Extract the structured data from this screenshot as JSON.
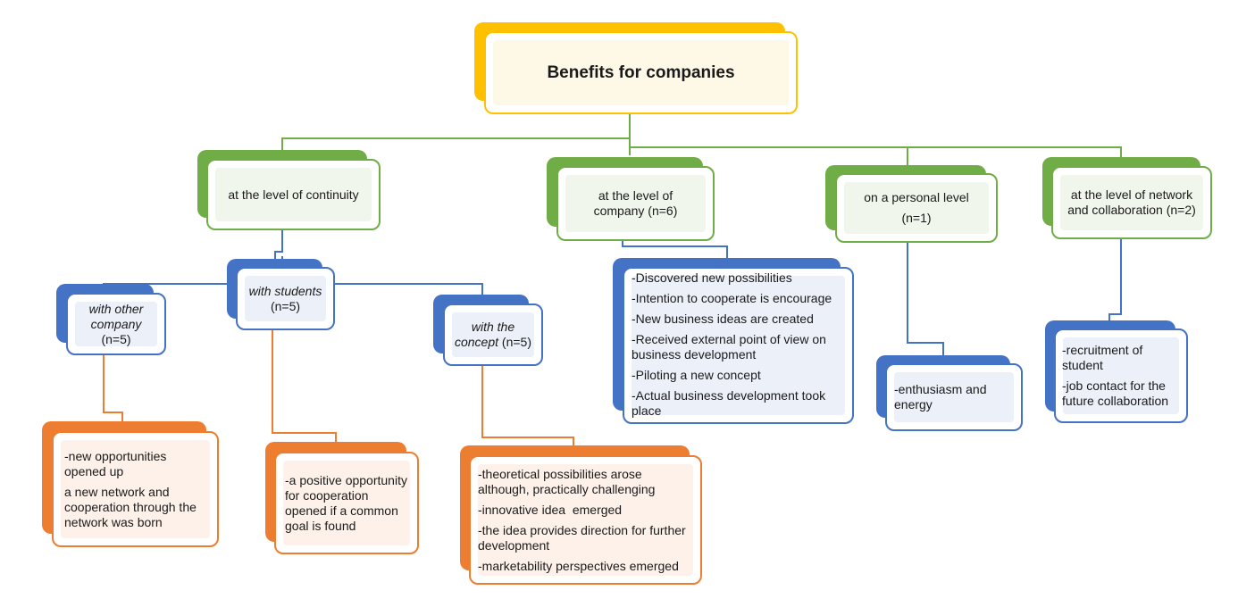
{
  "colors": {
    "root": "#ffc000",
    "level": "#70ad47",
    "sub": "#4472c4",
    "detail": "#ed7d31"
  },
  "root": {
    "title": "Benefits for companies"
  },
  "levels": {
    "continuity": "at the level of continuity",
    "company": [
      "at the level of",
      "company (n=6)"
    ],
    "personal": [
      "on a personal level",
      "(n=1)"
    ],
    "network": [
      "at the level of network",
      "and collaboration (n=2)"
    ]
  },
  "continuity_children": {
    "other_company": {
      "italic": [
        "with other",
        "company"
      ],
      "count": "(n=5)"
    },
    "students": {
      "italic": "with students",
      "count": "(n=5)"
    },
    "concept": {
      "italic_1": "with the",
      "italic_2": "concept",
      "count": " (n=5)"
    }
  },
  "details": {
    "other_company": [
      "-new opportunities opened up",
      "a new network and cooperation through the network was born"
    ],
    "students": [
      "-a positive opportunity for cooperation opened if a common goal is found"
    ],
    "concept": [
      "-theoretical possibilities arose although, practically challenging",
      "-innovative idea  emerged",
      "-the idea provides direction for further development",
      "-marketability perspectives emerged"
    ],
    "company": [
      "-Discovered new possibilities",
      "-Intention to cooperate is encourage",
      "-New business ideas are created",
      "-Received external point of view on business development",
      "-Piloting a new concept",
      "-Actual business development took place"
    ],
    "personal": [
      "-enthusiasm and energy"
    ],
    "network": [
      "-recruitment of student",
      "-job contact for the future collaboration"
    ]
  }
}
